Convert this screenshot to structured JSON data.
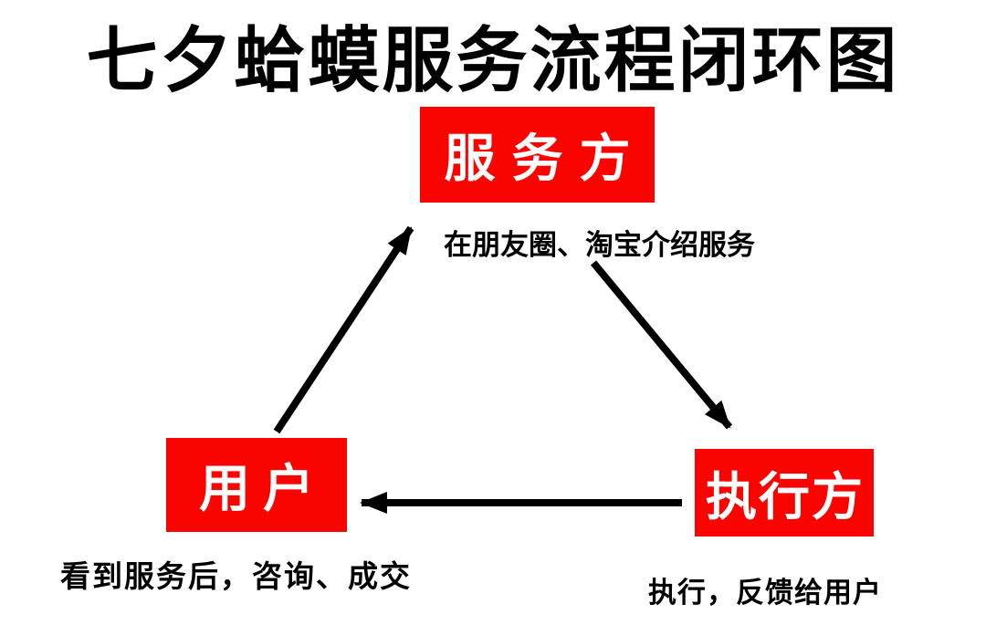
{
  "title": "七夕蛤蟆服务流程闭环图",
  "colors": {
    "node_fill": "#fa0400",
    "node_text": "#ffffff",
    "text": "#000000",
    "background": "#ffffff",
    "arrow": "#000000"
  },
  "nodes": {
    "service": {
      "label": "服务方",
      "caption": "在朋友圈、淘宝介绍服务"
    },
    "user": {
      "label": "用户",
      "caption": "看到服务后，咨询、成交"
    },
    "executor": {
      "label": "执行方",
      "caption": "执行，反馈给用户"
    }
  },
  "arrows": [
    {
      "from": "用户",
      "to": "服务方"
    },
    {
      "from": "服务方",
      "to": "执行方"
    },
    {
      "from": "执行方",
      "to": "用户"
    }
  ]
}
